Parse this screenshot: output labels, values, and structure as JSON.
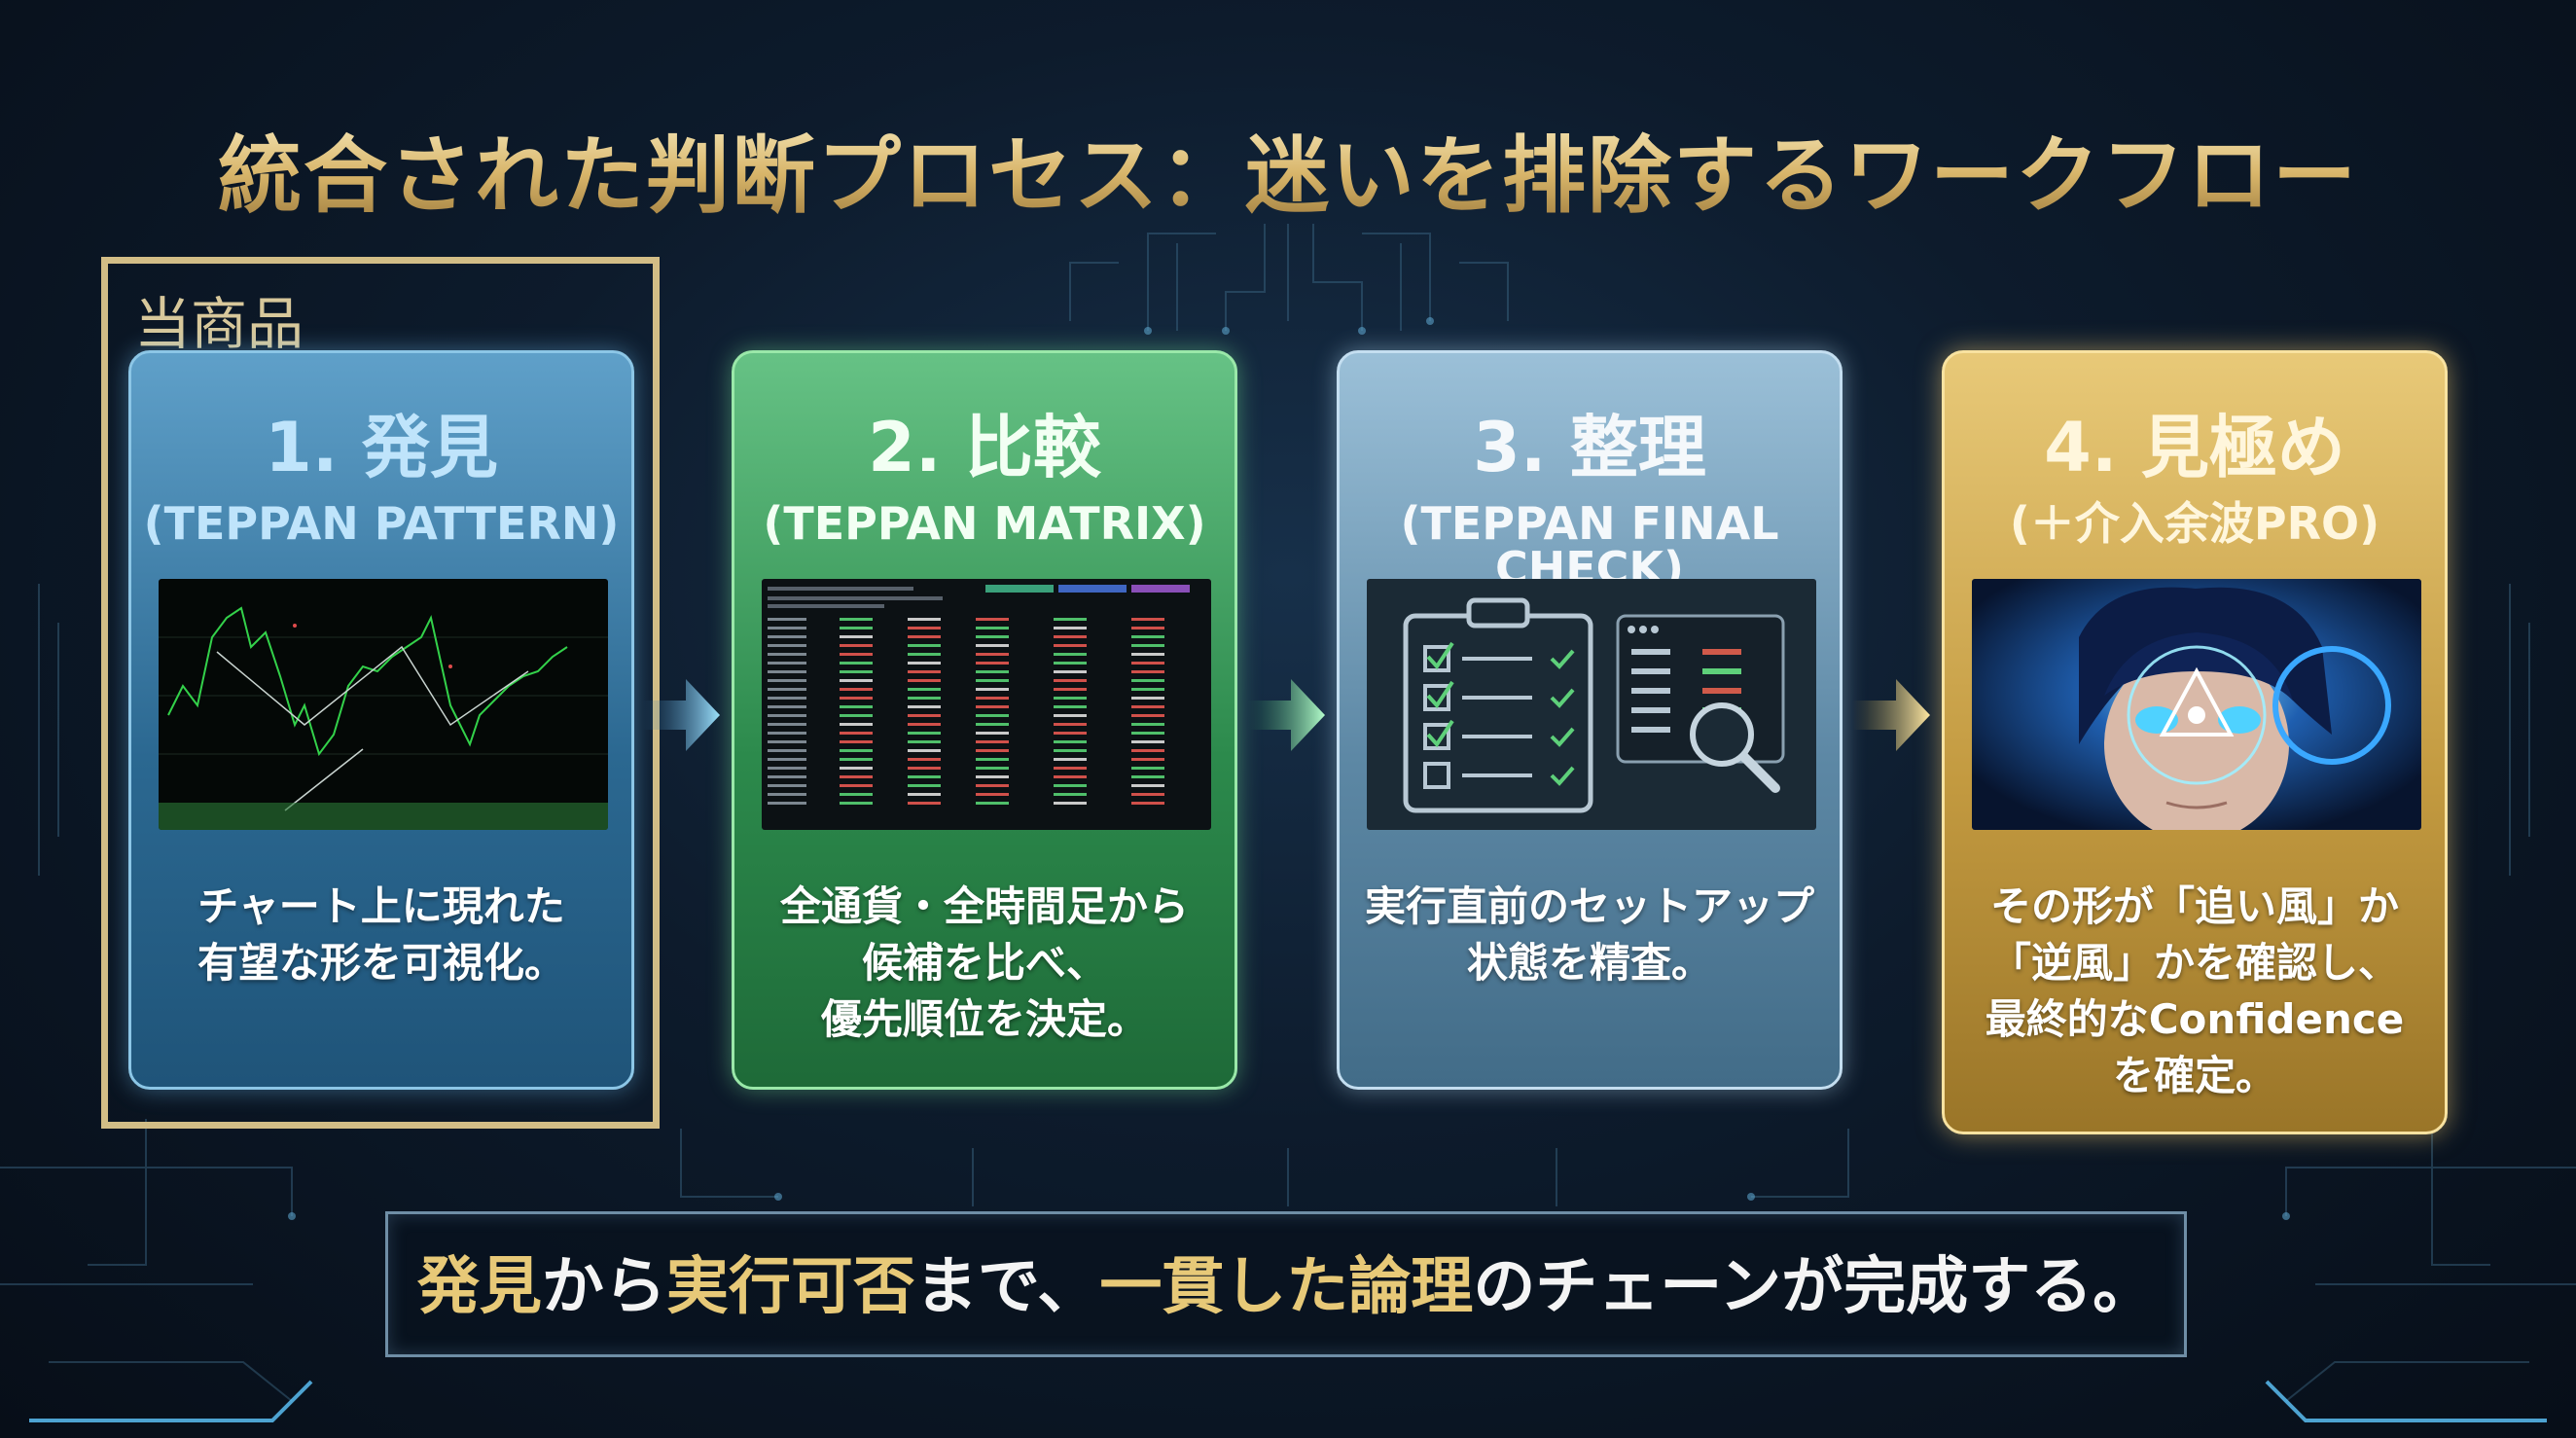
{
  "title": "統合された判断プロセス：迷いを排除するワークフロー",
  "highlight_label": "当商品",
  "steps": [
    {
      "step": "1. 発見",
      "sub": "(TEPPAN PATTERN)",
      "desc_lines": [
        "チャート上に現れた",
        "有望な形を可視化。"
      ],
      "image": "price-chart-screenshot"
    },
    {
      "step": "2. 比較",
      "sub": "(TEPPAN MATRIX)",
      "desc_lines": [
        "全通貨・全時間足から",
        "候補を比べ、",
        "優先順位を決定。"
      ],
      "image": "data-matrix-screenshot"
    },
    {
      "step": "3. 整理",
      "sub": "(TEPPAN FINAL CHECK)",
      "desc_lines": [
        "実行直前のセットアップ",
        "状態を精査。"
      ],
      "image": "checklist-clipboard-illustration"
    },
    {
      "step": "4. 見極め",
      "sub": "(＋介入余波PRO)",
      "desc_lines": [
        "その形が「追い風」か",
        "「逆風」かを確認し、",
        "最終的なConfidence",
        "を確定。"
      ],
      "image": "anime-analyst-illustration"
    }
  ],
  "bottom": {
    "part1": "発見",
    "part2": "から",
    "part3": "実行可否",
    "part4": "まで、",
    "part5": "一貫した論理",
    "part6": "のチェーンが完成する。"
  },
  "colors": {
    "title_gold": "#d8b56a",
    "card1": "#2b6891",
    "card2": "#2c8a4c",
    "card3": "#5d88a5",
    "card4": "#c39a40",
    "frame": "#d2bd86"
  }
}
